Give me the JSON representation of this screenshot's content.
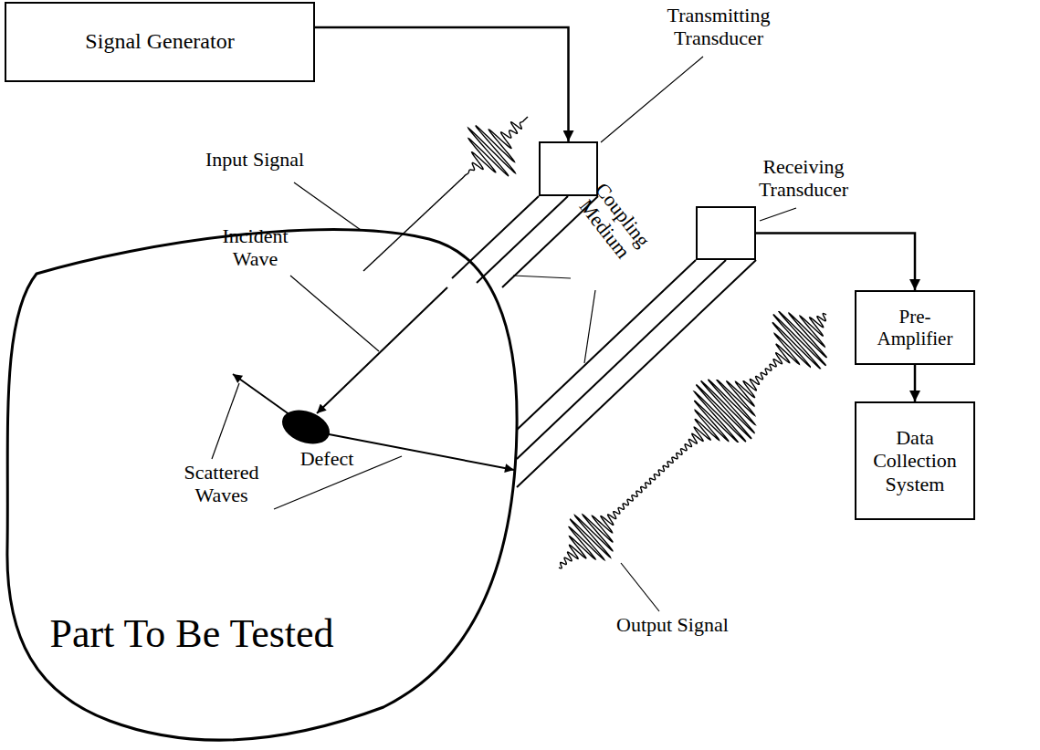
{
  "diagram": {
    "nodes": [
      {
        "text": [
          "Signal Generator"
        ]
      },
      {
        "text": [
          "Transmitting Transducer"
        ]
      },
      {
        "text": [
          "Receiving Transducer"
        ]
      },
      {
        "text": [
          "Pre-Amplifier"
        ]
      },
      {
        "text": [
          "Data Collection System"
        ]
      },
      {
        "text": [
          "Part To Be Tested"
        ]
      }
    ],
    "edges": [
      {
        "from": 0,
        "to": 1,
        "arrow": "to"
      },
      {
        "from": 2,
        "to": 3,
        "arrow": "to"
      },
      {
        "from": 3,
        "to": 4,
        "arrow": "to"
      }
    ],
    "labels": [
      "Input Signal",
      "Incident Wave",
      "Coupling Medium",
      "Defect",
      "Scattered Waves",
      "Output Signal"
    ]
  }
}
